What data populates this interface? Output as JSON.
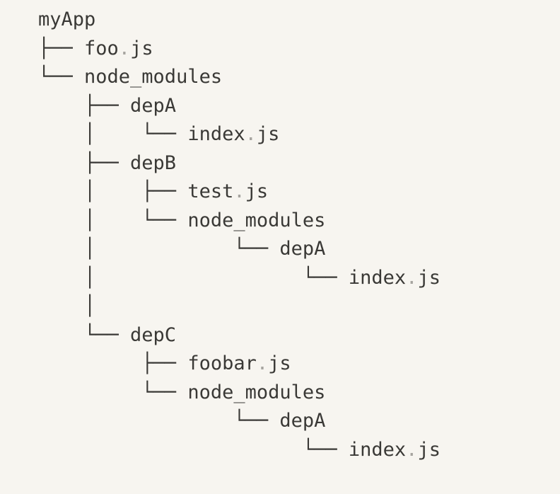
{
  "colors": {
    "background": "#f7f5f0",
    "text": "#3a3936",
    "dot": "#a6a49f"
  },
  "tree": {
    "root": "myApp",
    "lines": [
      "myApp",
      "├── foo.js",
      "└── node_modules",
      "    ├── depA",
      "    │    └── index.js",
      "    ├── depB",
      "    │    ├── test.js",
      "    │    └── node_modules",
      "    │            └── depA",
      "    │                  └── index.js",
      "    │",
      "    └── depC",
      "         ├── foobar.js",
      "         └── node_modules",
      "                 └── depA",
      "                       └── index.js"
    ],
    "hierarchy": {
      "name": "myApp",
      "children": [
        {
          "name": "foo.js"
        },
        {
          "name": "node_modules",
          "children": [
            {
              "name": "depA",
              "children": [
                {
                  "name": "index.js"
                }
              ]
            },
            {
              "name": "depB",
              "children": [
                {
                  "name": "test.js"
                },
                {
                  "name": "node_modules",
                  "children": [
                    {
                      "name": "depA",
                      "children": [
                        {
                          "name": "index.js"
                        }
                      ]
                    }
                  ]
                }
              ]
            },
            {
              "name": "depC",
              "children": [
                {
                  "name": "foobar.js"
                },
                {
                  "name": "node_modules",
                  "children": [
                    {
                      "name": "depA",
                      "children": [
                        {
                          "name": "index.js"
                        }
                      ]
                    }
                  ]
                }
              ]
            }
          ]
        }
      ]
    }
  }
}
